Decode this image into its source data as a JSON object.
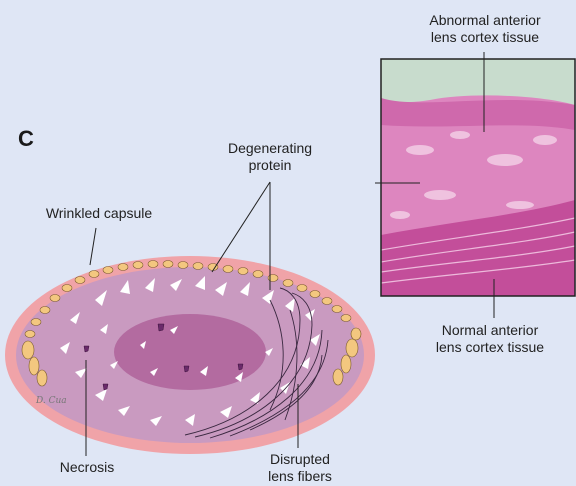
{
  "panel_letter": "C",
  "labels": {
    "abnormal_tissue_line1": "Abnormal anterior",
    "abnormal_tissue_line2": "lens cortex tissue",
    "degenerating_line1": "Degenerating",
    "degenerating_line2": "protein",
    "wrinkled_capsule": "Wrinkled capsule",
    "normal_tissue_line1": "Normal anterior",
    "normal_tissue_line2": "lens cortex tissue",
    "necrosis": "Necrosis",
    "disrupted_line1": "Disrupted",
    "disrupted_line2": "lens fibers"
  },
  "signature": "D. Cua",
  "colors": {
    "background": "#dfe6f5",
    "capsule": "#f0a3a8",
    "cortex": "#c99ac0",
    "nucleus": "#b36ba0",
    "epithelium": "#f3c77f",
    "histology_pink": "#d878b4"
  }
}
